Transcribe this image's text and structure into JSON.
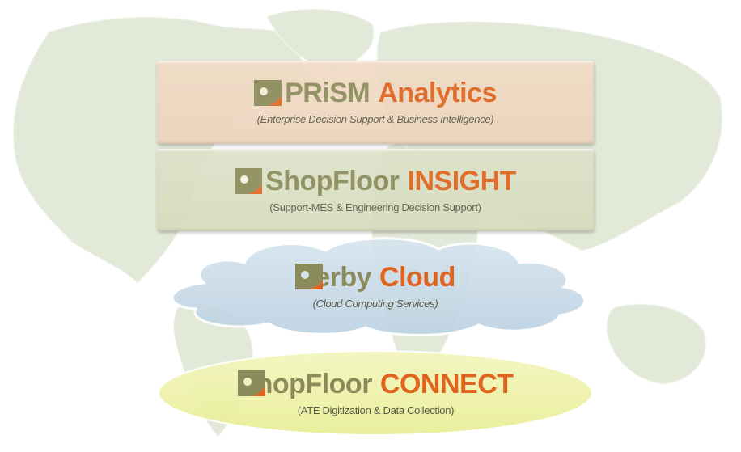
{
  "diagram": {
    "background": "faded-world-map",
    "layers": [
      {
        "id": "prism",
        "shape": "rectangle",
        "fill": "#f0d9c2",
        "title_part1": "PRiSM",
        "title_part2": "Analytics",
        "subtitle": "(Enterprise Decision Support & Business Intelligence)"
      },
      {
        "id": "insight",
        "shape": "rectangle",
        "fill": "#dae0c4",
        "title_part1": "ShopFloor",
        "title_part2": "INSIGHT",
        "subtitle": "(Support-MES  & Engineering Decision Support)"
      },
      {
        "id": "cloud",
        "shape": "cloud",
        "fill": "#c9dbe8",
        "title_part1": "Derby",
        "title_part2": "Cloud",
        "subtitle": "(Cloud Computing Services)"
      },
      {
        "id": "connect",
        "shape": "ellipse",
        "fill": "#eef2a6",
        "title_part1": "ShopFloor",
        "title_part2": "CONNECT",
        "subtitle": "(ATE Digitization & Data Collection)"
      }
    ],
    "colors": {
      "olive": "#8b8a5a",
      "orange": "#e0641e",
      "map": "#dfe6d3"
    }
  }
}
